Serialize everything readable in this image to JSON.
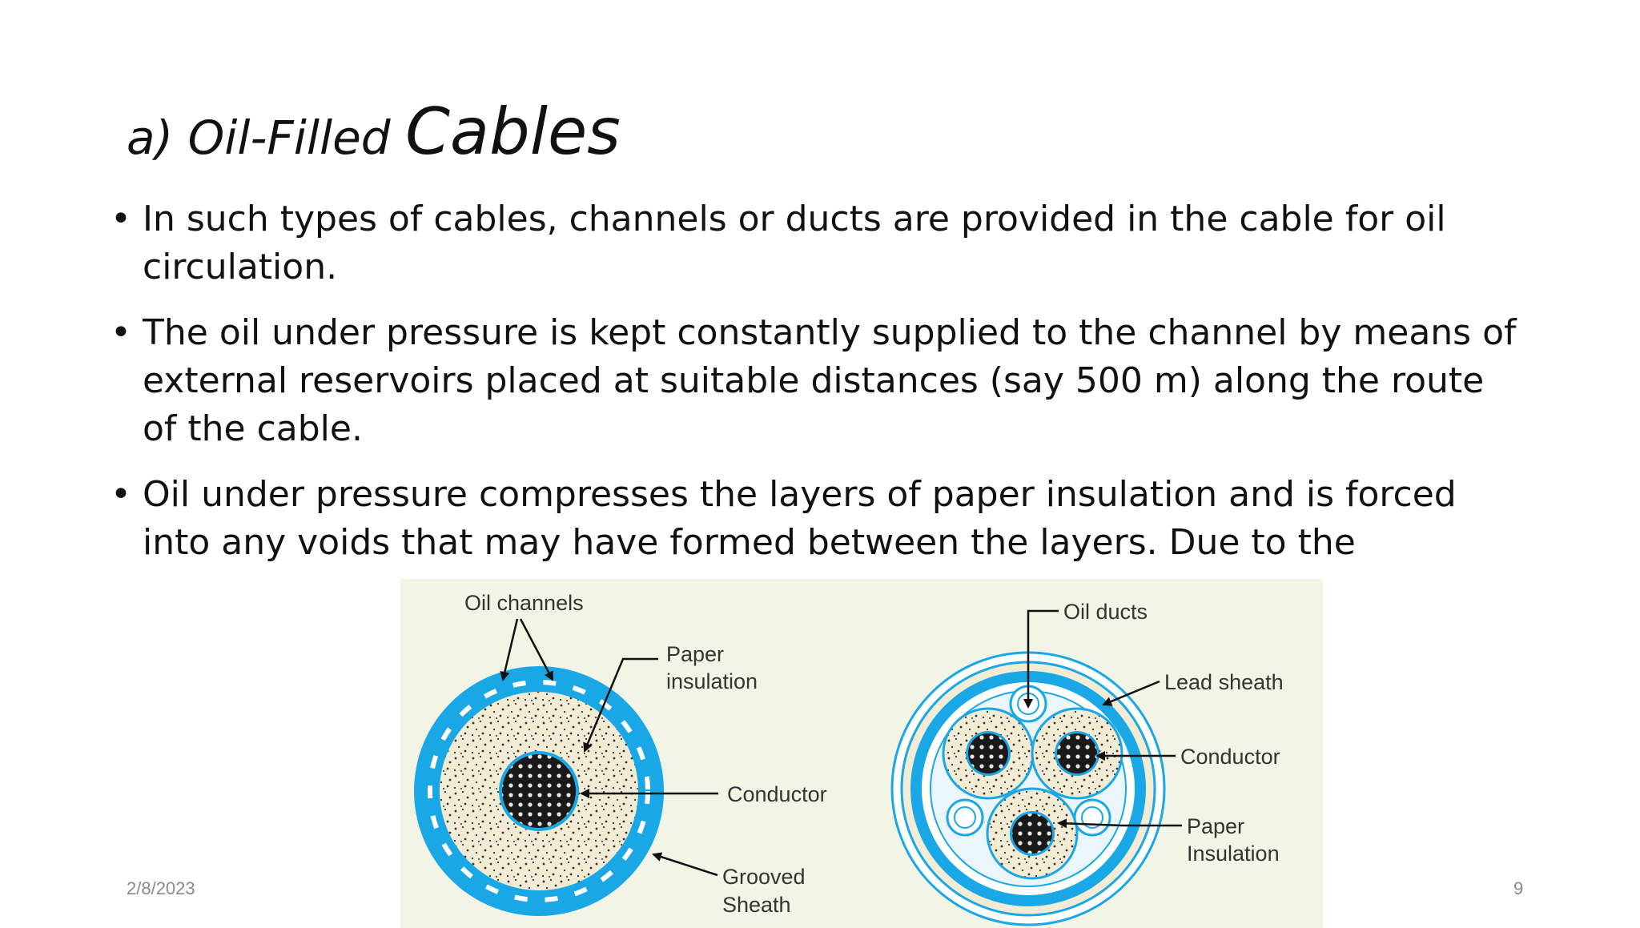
{
  "slide": {
    "title_part1": "a) Oil-Filled ",
    "title_part2": "Cables",
    "bullets": [
      "In such types of cables, channels or ducts are provided in the cable for oil circulation.",
      "The oil under pressure is kept constantly supplied to the channel by means of external reservoirs placed at suitable distances (say 500 m) along the route of the cable.",
      "Oil under pressure compresses the layers of paper insulation and is forced into any voids that may have formed between the layers. Due to the"
    ],
    "date": "2/8/2023",
    "page_number": "9"
  },
  "figure": {
    "left_cable": {
      "oil_channels": "Oil channels",
      "paper_line1": "Paper",
      "paper_line2": "insulation",
      "conductor": "Conductor",
      "grooved_line1": "Grooved",
      "grooved_line2": "Sheath"
    },
    "right_cable": {
      "oil_ducts": "Oil ducts",
      "lead_sheath": "Lead sheath",
      "conductor": "Conductor",
      "paper_line1": "Paper",
      "paper_line2": "Insulation"
    },
    "colors": {
      "sheath_blue": "#1aa7e6",
      "paper_cream": "#f3ecd5",
      "conductor_dark": "#1a1a1a",
      "background": "#f2f5e6"
    }
  }
}
